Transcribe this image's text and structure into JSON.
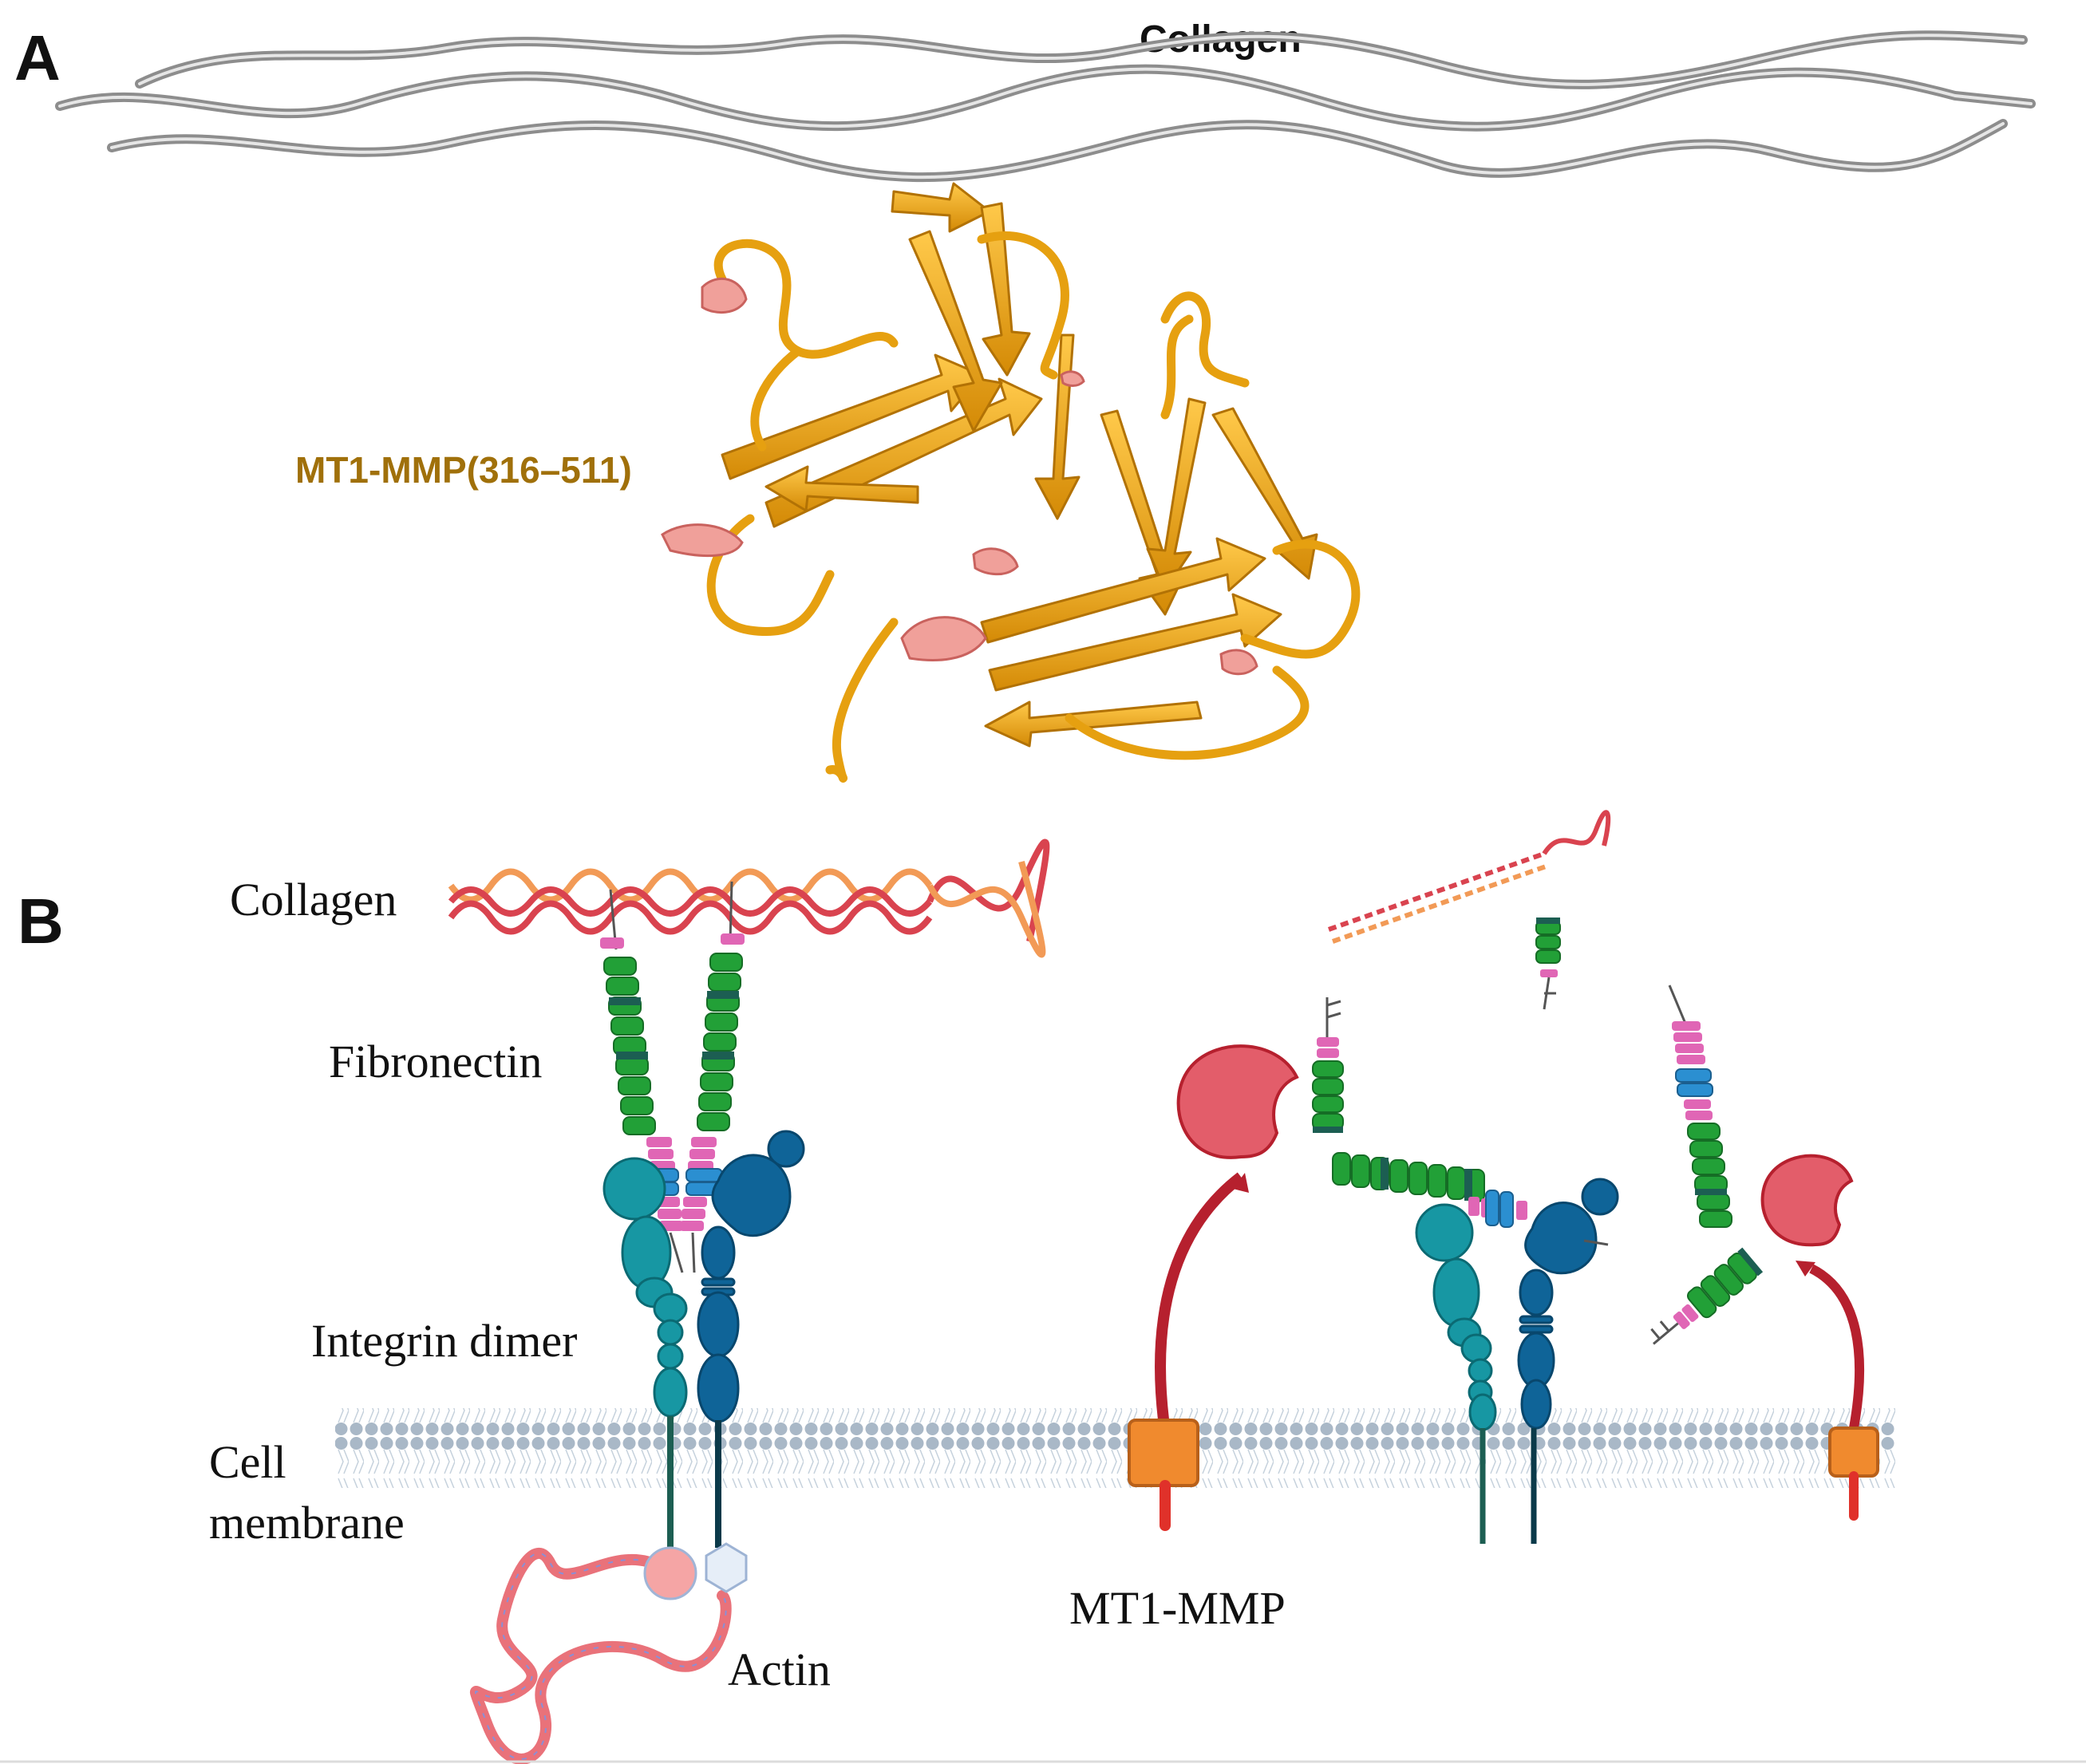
{
  "panel_a": {
    "letter": "A",
    "collagen_label": "Collagen",
    "protein_label": "MT1-MMP(316–511)"
  },
  "panel_b": {
    "letter": "B",
    "labels": {
      "collagen": "Collagen",
      "fibronectin": "Fibronectin",
      "integrin": "Integrin dimer",
      "cell": "Cell",
      "membrane": "membrane",
      "actin": "Actin",
      "mt1mmp": "MT1-MMP"
    }
  },
  "colors": {
    "collagen_fiber": "#9a9a9a",
    "protein_gold": "#e8a712",
    "protein_label": "#a0700a",
    "helix_pink": "#e98a86",
    "collagen_red": "#d9434f",
    "collagen_orange": "#f29a56",
    "fibronectin_green": "#22a037",
    "fibronectin_dark": "#1c5e52",
    "fibronectin_pink": "#e066b5",
    "integrin_teal": "#1797a3",
    "integrin_blue": "#0f6498",
    "linker_blue": "#2b8fd1",
    "membrane_head": "#a9b8c7",
    "mmp_red": "#b6202e",
    "mmp_head": "#e35d6a",
    "mmp_box": "#f08a2e",
    "actin_red": "#e9727a"
  }
}
